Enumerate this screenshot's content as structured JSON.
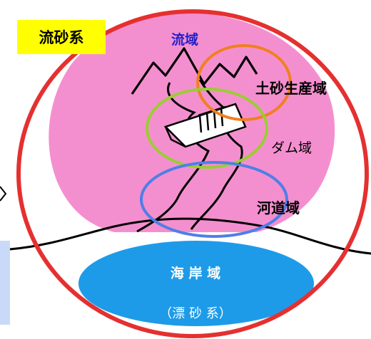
{
  "title": "流砂系",
  "labels": {
    "basin": "流域",
    "sediment_production": "土砂生産域",
    "dam": "ダム域",
    "river_channel": "河道域",
    "coast": "海 岸 域",
    "littoral_drift": "（漂 砂 系）"
  },
  "colors": {
    "legend_bg": "#ffff00",
    "basin_fill": "#f48fcf",
    "outer_ring": "#e53030",
    "sediment_ring": "#f08020",
    "dam_ring": "#9acd32",
    "river_ring": "#4f7fe6",
    "coast_fill": "#1e9be8",
    "basin_label": "#2020c8"
  }
}
